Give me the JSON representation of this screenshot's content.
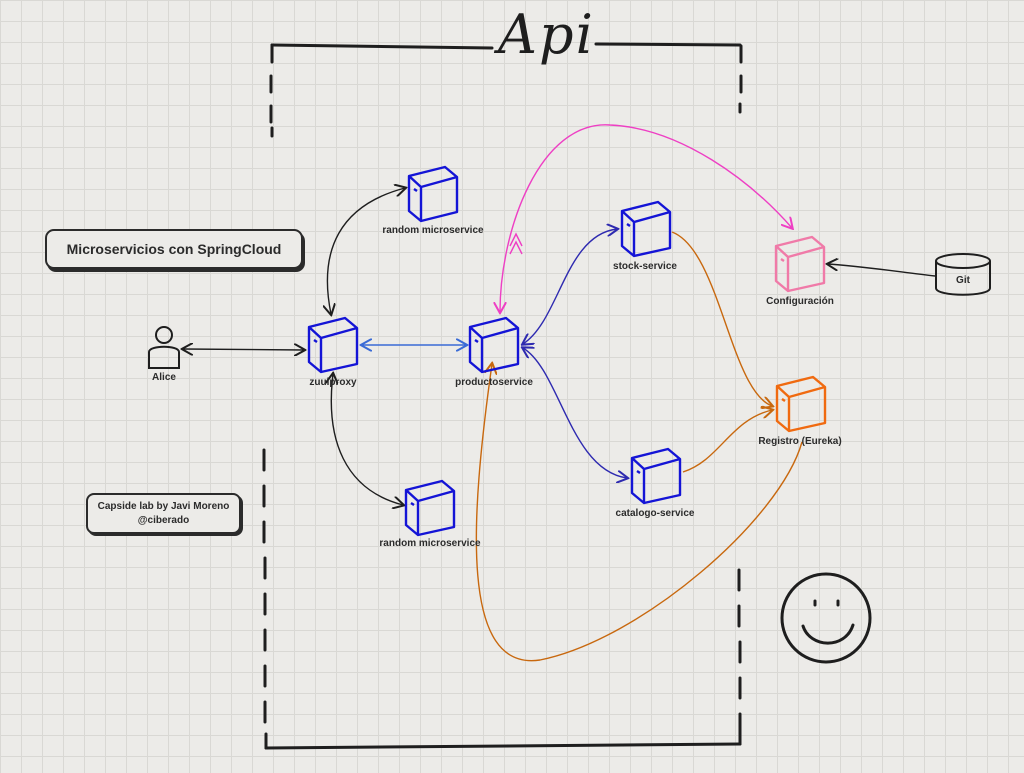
{
  "title": "Api",
  "notes": {
    "heading": "Microservicios con SpringCloud",
    "credit_line1": "Capside lab by Javi Moreno",
    "credit_line2": "@ciberado"
  },
  "nodes": {
    "alice": "Alice",
    "zuulproxy": "zuulproxy",
    "random_top": "random microservice",
    "random_bottom": "random microservice",
    "productoservice": "productoservice",
    "stock": "stock-service",
    "catalogo": "catalogo-service",
    "configuracion": "Configuración",
    "registro": "Registro (Eureka)",
    "git": "Git"
  },
  "colors": {
    "service": "#1414d6",
    "config": "#f07aa8",
    "registry": "#f06a10",
    "registry_arrow": "#c8680e",
    "config_arrow": "#ee3fc4",
    "proxy_link": "#3a6bd6",
    "stock_link": "#2e2ab0",
    "ink": "#1e1e1e"
  }
}
